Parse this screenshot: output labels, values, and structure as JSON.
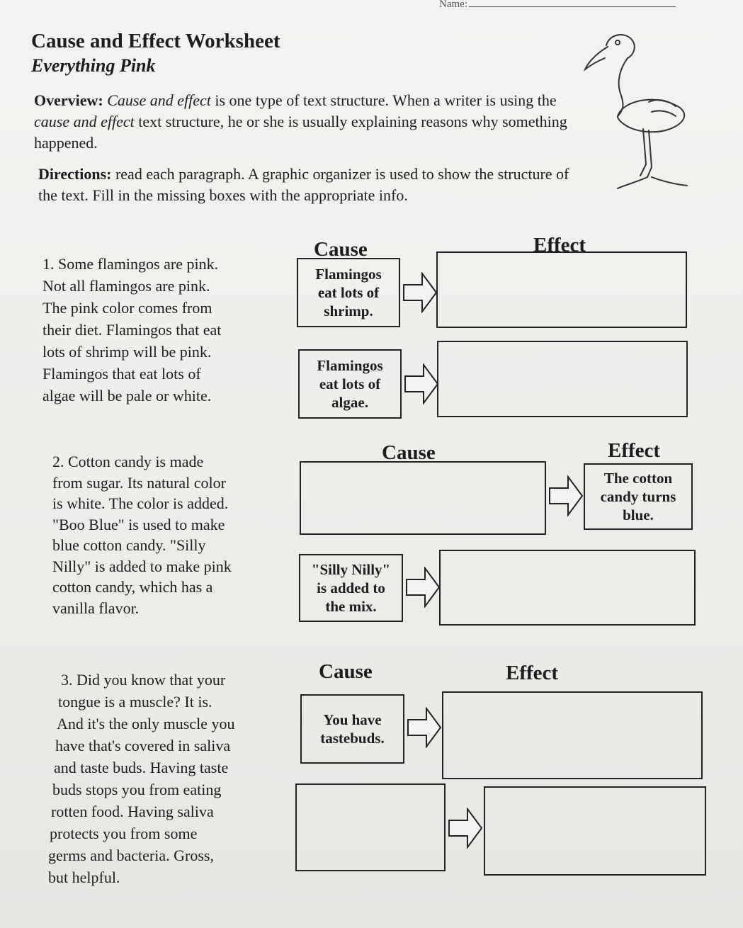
{
  "header": {
    "name_label": "Name:",
    "title": "Cause and Effect Worksheet",
    "subtitle": "Everything Pink"
  },
  "overview": {
    "label": "Overview:",
    "em1": "Cause and effect",
    "text1": " is one type of text structure. When a writer is using the ",
    "em2": "cause and effect",
    "text2": " text structure, he or she is usually explaining reasons why something happened."
  },
  "directions": {
    "label": "Directions:",
    "text": " read each paragraph. A graphic organizer is used to show the structure of the text. Fill in the missing boxes with the appropriate info."
  },
  "headers": {
    "cause": "Cause",
    "effect": "Effect"
  },
  "section1": {
    "lines": [
      "1. Some flamingos are pink.",
      "Not all flamingos are pink.",
      "The pink color comes from",
      "their diet. Flamingos that eat",
      "lots of shrimp will be pink.",
      "Flamingos that eat lots of",
      "algae will be pale or white."
    ],
    "cause1": "Flamingos eat lots of shrimp.",
    "effect1": "",
    "cause2": "Flamingos eat lots of algae.",
    "effect2": ""
  },
  "section2": {
    "lines": [
      "2. Cotton candy is made",
      "from sugar. Its natural color",
      "is white. The color is added.",
      "\"Boo Blue\" is used to make",
      "blue cotton candy. \"Silly",
      "Nilly\" is added to make pink",
      "cotton candy, which has a",
      "vanilla flavor."
    ],
    "cause1": "",
    "effect1": "The cotton candy turns blue.",
    "cause2": "\"Silly Nilly\" is added to the mix.",
    "effect2": ""
  },
  "section3": {
    "lines": [
      "3. Did you know that your",
      "tongue is a muscle? It is.",
      "And it's the only muscle you",
      "have that's covered in saliva",
      "and taste buds. Having taste",
      "buds stops you from eating",
      "rotten food. Having saliva",
      "protects you from some",
      "germs and bacteria. Gross,",
      "but helpful."
    ],
    "cause1": "You have tastebuds.",
    "effect1": "",
    "cause2": "",
    "effect2": ""
  }
}
